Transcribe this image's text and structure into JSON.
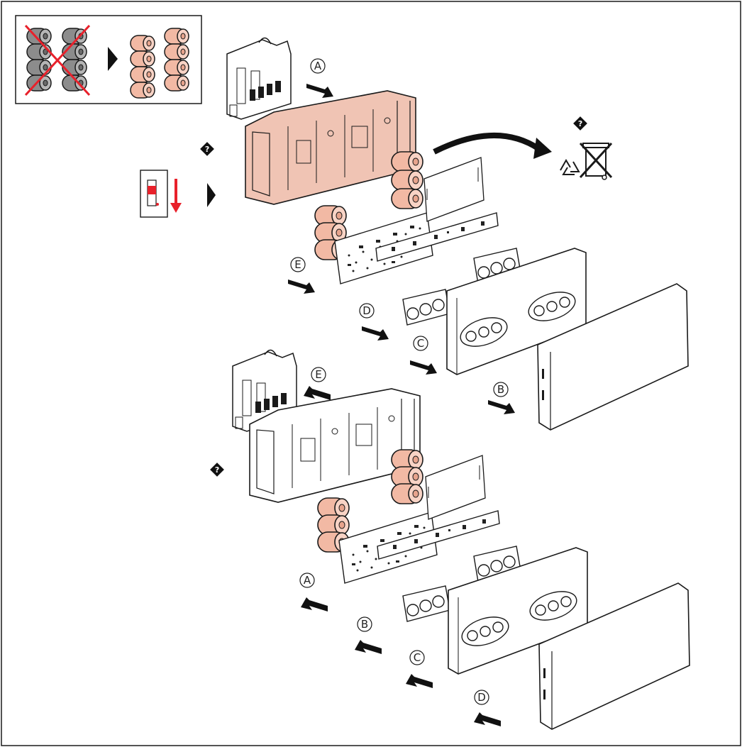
{
  "callouts": {
    "top_A": "A",
    "top_E": "E",
    "top_D": "D",
    "top_C": "C",
    "top_B": "B",
    "bottom_E": "E",
    "bottom_A": "A",
    "bottom_B": "B",
    "bottom_C": "C",
    "bottom_D": "D"
  },
  "warning_glyph": "?",
  "colors": {
    "old_battery": "#8c8c8c",
    "new_battery": "#f2b9a4",
    "highlight_housing": "#f0c4b4",
    "cross": "#e8212b",
    "breaker_arrow": "#e8212b",
    "line": "#1a1a1a"
  },
  "icons": [
    "battery-replace-icon",
    "circuit-breaker-off-icon",
    "recycle-icon",
    "crossed-bin-icon",
    "warning-icon"
  ]
}
